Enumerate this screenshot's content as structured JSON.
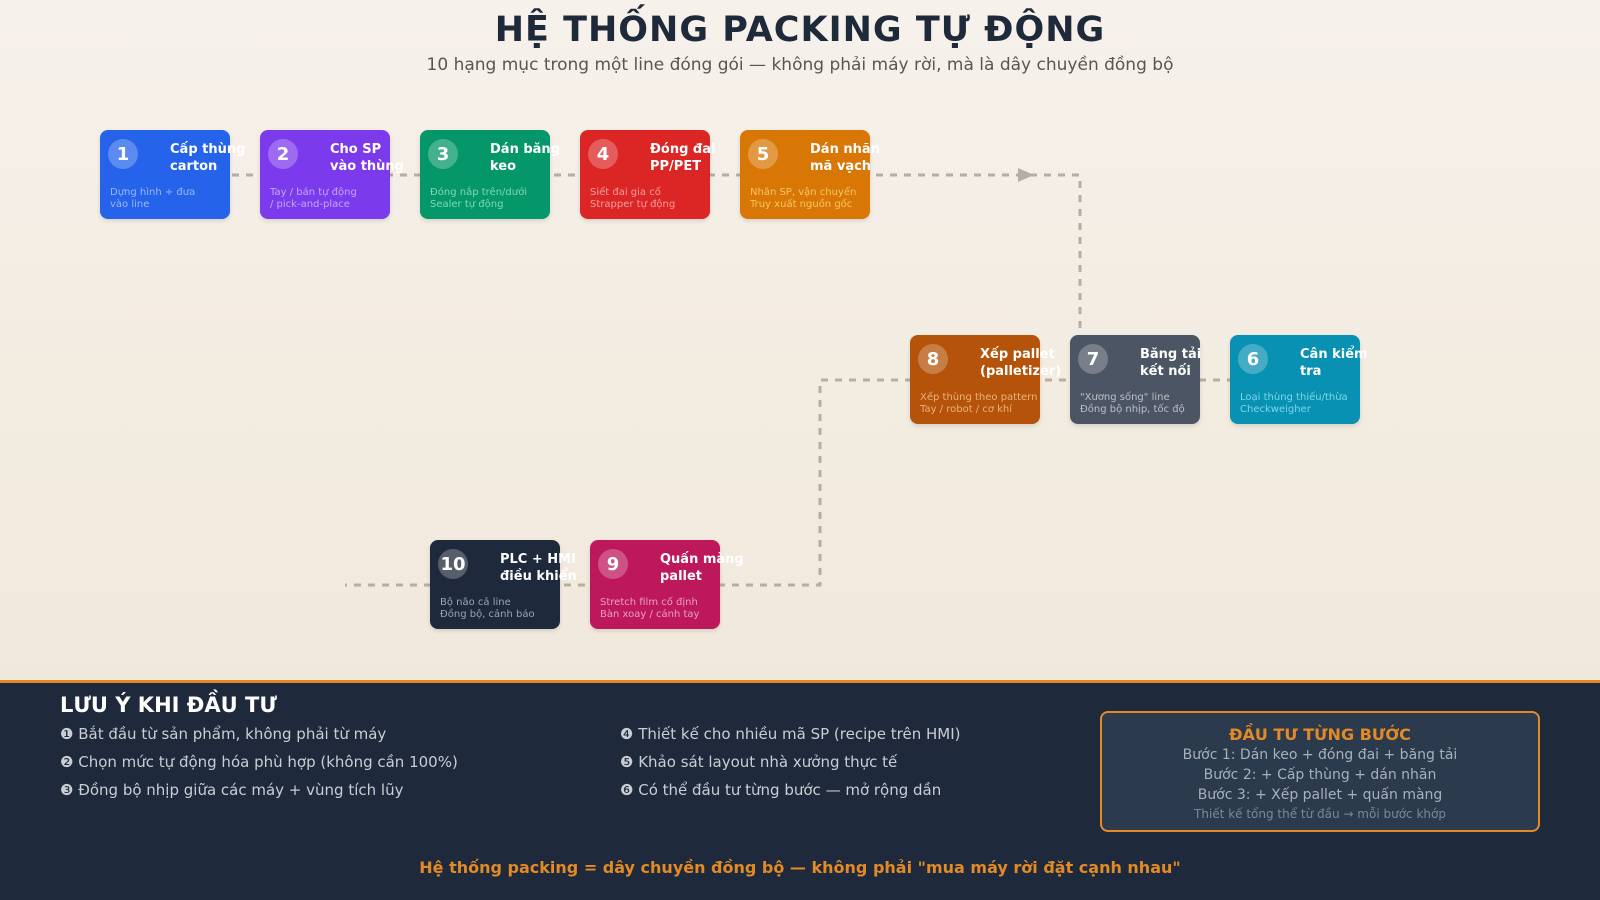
{
  "header": {
    "title": "HỆ THỐNG PACKING TỰ ĐỘNG",
    "subtitle": "10 hạng mục trong một line đóng gói — không phải máy rời, mà là dây chuyền đồng bộ"
  },
  "steps": [
    {
      "num": "1",
      "name": "Cấp thùng\ncarton",
      "desc": "Dựng hình + đưa\nvào line",
      "color": "#2563eb",
      "desc_color": "#c7d8ff"
    },
    {
      "num": "2",
      "name": "Cho SP\nvào thùng",
      "desc": "Tay / bán tự động\n/ pick-and-place",
      "color": "#7c3aed",
      "desc_color": "#e0d0ff"
    },
    {
      "num": "3",
      "name": "Dán băng\nkeo",
      "desc": "Đóng nắp trên/dưới\nSealer tự động",
      "color": "#059669",
      "desc_color": "#a7f3d0"
    },
    {
      "num": "4",
      "name": "Đóng đai\nPP/PET",
      "desc": "Siết đai gia cố\nStrapper tự động",
      "color": "#dc2626",
      "desc_color": "#fecaca"
    },
    {
      "num": "5",
      "name": "Dán nhãn\nmã vạch",
      "desc": "Nhãn SP, vận chuyển\nTruy xuất nguồn gốc",
      "color": "#d97706",
      "desc_color": "#fde68a"
    },
    {
      "num": "6",
      "name": "Cân kiểm\ntra",
      "desc": "Loại thùng thiếu/thừa\nCheckweigher",
      "color": "#0891b2",
      "desc_color": "#a5f3fc"
    },
    {
      "num": "7",
      "name": "Băng tải\nkết nối",
      "desc": "\"Xương sống\" line\nĐồng bộ nhịp, tốc độ",
      "color": "#4b5563",
      "desc_color": "#e5e7eb"
    },
    {
      "num": "8",
      "name": "Xếp pallet\n(palletizer)",
      "desc": "Xếp thùng theo pattern\nTay / robot / cơ khí",
      "color": "#b45309",
      "desc_color": "#fed7aa"
    },
    {
      "num": "9",
      "name": "Quấn màng\npallet",
      "desc": "Stretch film cố định\nBàn xoay / cánh tay",
      "color": "#be185d",
      "desc_color": "#fbcfe8"
    },
    {
      "num": "10",
      "name": "PLC + HMI\nđiều khiển",
      "desc": "Bộ não cả line\nĐồng bộ, cảnh báo",
      "color": "#1e293b",
      "desc_color": "#cbd5e1"
    }
  ],
  "notes": {
    "title": "LƯU Ý KHI ĐẦU TƯ",
    "items": [
      "❶ Bắt đầu từ sản phẩm, không phải từ máy",
      "❷ Chọn mức tự động hóa phù hợp (không cần 100%)",
      "❸ Đồng bộ nhịp giữa các máy + vùng tích lũy",
      "❹ Thiết kế cho nhiều mã SP (recipe trên HMI)",
      "❺ Khảo sát layout nhà xưởng thực tế",
      "❻ Có thể đầu tư từng bước — mở rộng dần"
    ]
  },
  "invest": {
    "title": "ĐẦU TƯ TỪNG BƯỚC",
    "step1": "Bước 1: Dán keo + đóng đai + băng tải",
    "step2": "Bước 2: + Cấp thùng + dán nhãn",
    "step3": "Bước 3: + Xếp pallet + quấn màng",
    "note": "Thiết kế tổng thể từ đầu → mỗi bước khớp"
  },
  "footer": "Hệ thống packing = dây chuyền đồng bộ — không phải \"mua máy rời đặt cạnh nhau\"",
  "colors": {
    "accent": "#e48a25",
    "connector": "#b5aea4",
    "dark_panel": "#1e2a3b"
  }
}
